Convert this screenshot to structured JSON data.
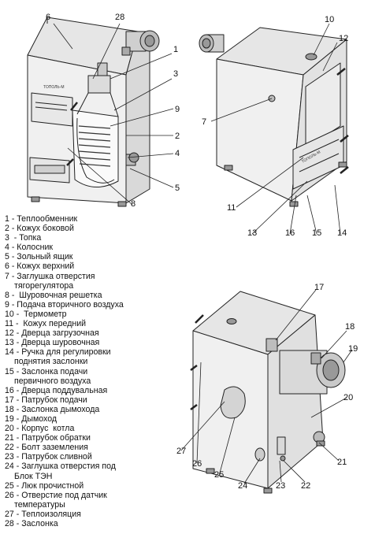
{
  "callouts": {
    "top_left": [
      "6",
      "28",
      "1",
      "3",
      "9",
      "2",
      "4",
      "5",
      "8"
    ],
    "top_right": [
      "10",
      "12",
      "7",
      "11",
      "13",
      "16",
      "15",
      "14"
    ],
    "bottom": [
      "17",
      "18",
      "19",
      "20",
      "21",
      "22",
      "23",
      "24",
      "25",
      "26",
      "27"
    ]
  },
  "brand_text": "ТОПОЛЬ-М",
  "legend": [
    {
      "text": "1 - Теплообменник"
    },
    {
      "text": "2 - Кожух боковой"
    },
    {
      "text": "3  - Топка"
    },
    {
      "text": "4 - Колосник"
    },
    {
      "text": "5 - Зольный ящик"
    },
    {
      "text": "6 - Кожух верхний"
    },
    {
      "text": "7 - Заглушка отверстия"
    },
    {
      "text": "тягорегулятора",
      "cont": true
    },
    {
      "text": "8 -  Шуровочная решетка"
    },
    {
      "text": "9 - Подача вторичного воздуха"
    },
    {
      "text": "10 -  Термометр"
    },
    {
      "text": "11 -  Кожух передний"
    },
    {
      "text": "12 - Дверца загрузочная"
    },
    {
      "text": "13 - Дверца шуровочная"
    },
    {
      "text": "14 - Ручка для регулировки"
    },
    {
      "text": "поднятия заслонки",
      "cont": true
    },
    {
      "text": "15 - Заслонка подачи"
    },
    {
      "text": "первичного воздуха",
      "cont": true
    },
    {
      "text": "16 - Дверца поддувальная"
    },
    {
      "text": "17 - Патрубок подачи"
    },
    {
      "text": "18 - Заслонка дымохода"
    },
    {
      "text": "19 - Дымоход"
    },
    {
      "text": "20 - Корпус  котла"
    },
    {
      "text": "21 - Патрубок обратки"
    },
    {
      "text": "22 - Болт заземления"
    },
    {
      "text": "23 - Патрубок сливной"
    },
    {
      "text": "24 - Заглушка отверстия под"
    },
    {
      "text": "Блок ТЭН",
      "cont": true
    },
    {
      "text": "25 - Люк прочистной"
    },
    {
      "text": "26 - Отверстие под датчик"
    },
    {
      "text": "температуры",
      "cont": true
    },
    {
      "text": "27 - Теплоизоляция"
    },
    {
      "text": "28 - Заслонка"
    }
  ]
}
